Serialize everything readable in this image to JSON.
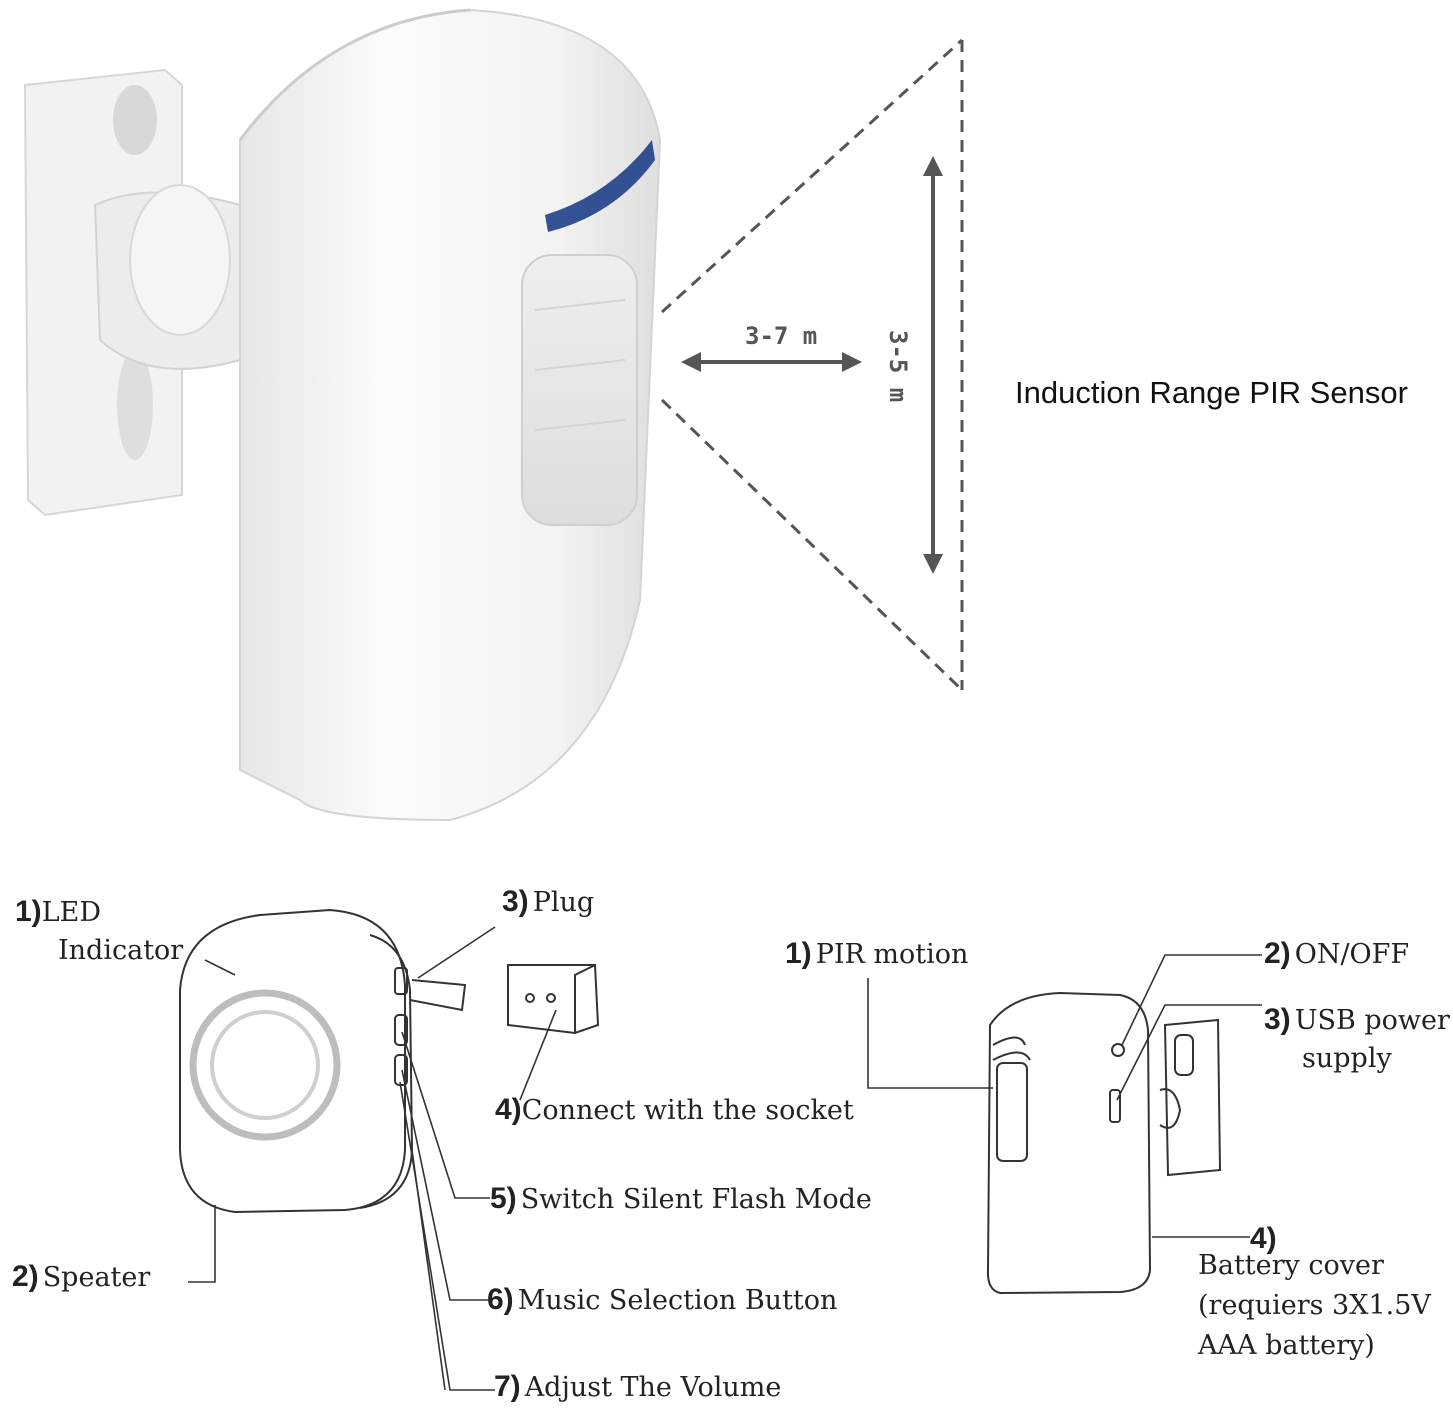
{
  "pir_section": {
    "title": "Induction Range PIR Sensor",
    "distance_label": "3-7 m",
    "width_label": "3-5 m"
  },
  "doorbell": {
    "callouts": [
      {
        "num": "1)",
        "text": "LED"
      },
      {
        "num": "",
        "text": "Indicator"
      },
      {
        "num": "2)",
        "text": "Speater"
      },
      {
        "num": "3)",
        "text": "Plug"
      },
      {
        "num": "4)",
        "text": "Connect with the socket"
      },
      {
        "num": "5)",
        "text": "Switch Silent Flash Mode"
      },
      {
        "num": "6)",
        "text": "Music Selection Button"
      },
      {
        "num": "7)",
        "text": "Adjust The Volume"
      }
    ]
  },
  "sensor": {
    "callouts": [
      {
        "num": "1)",
        "text": "PIR motion"
      },
      {
        "num": "2)",
        "text": "ON/OFF"
      },
      {
        "num": "3)",
        "text": "USB power"
      },
      {
        "num": "",
        "text": "supply"
      },
      {
        "num": "4)",
        "text": ""
      },
      {
        "num": "",
        "text": "Battery cover"
      },
      {
        "num": "",
        "text": "(requiers 3X1.5V"
      },
      {
        "num": "",
        "text": "AAA battery)"
      }
    ]
  }
}
